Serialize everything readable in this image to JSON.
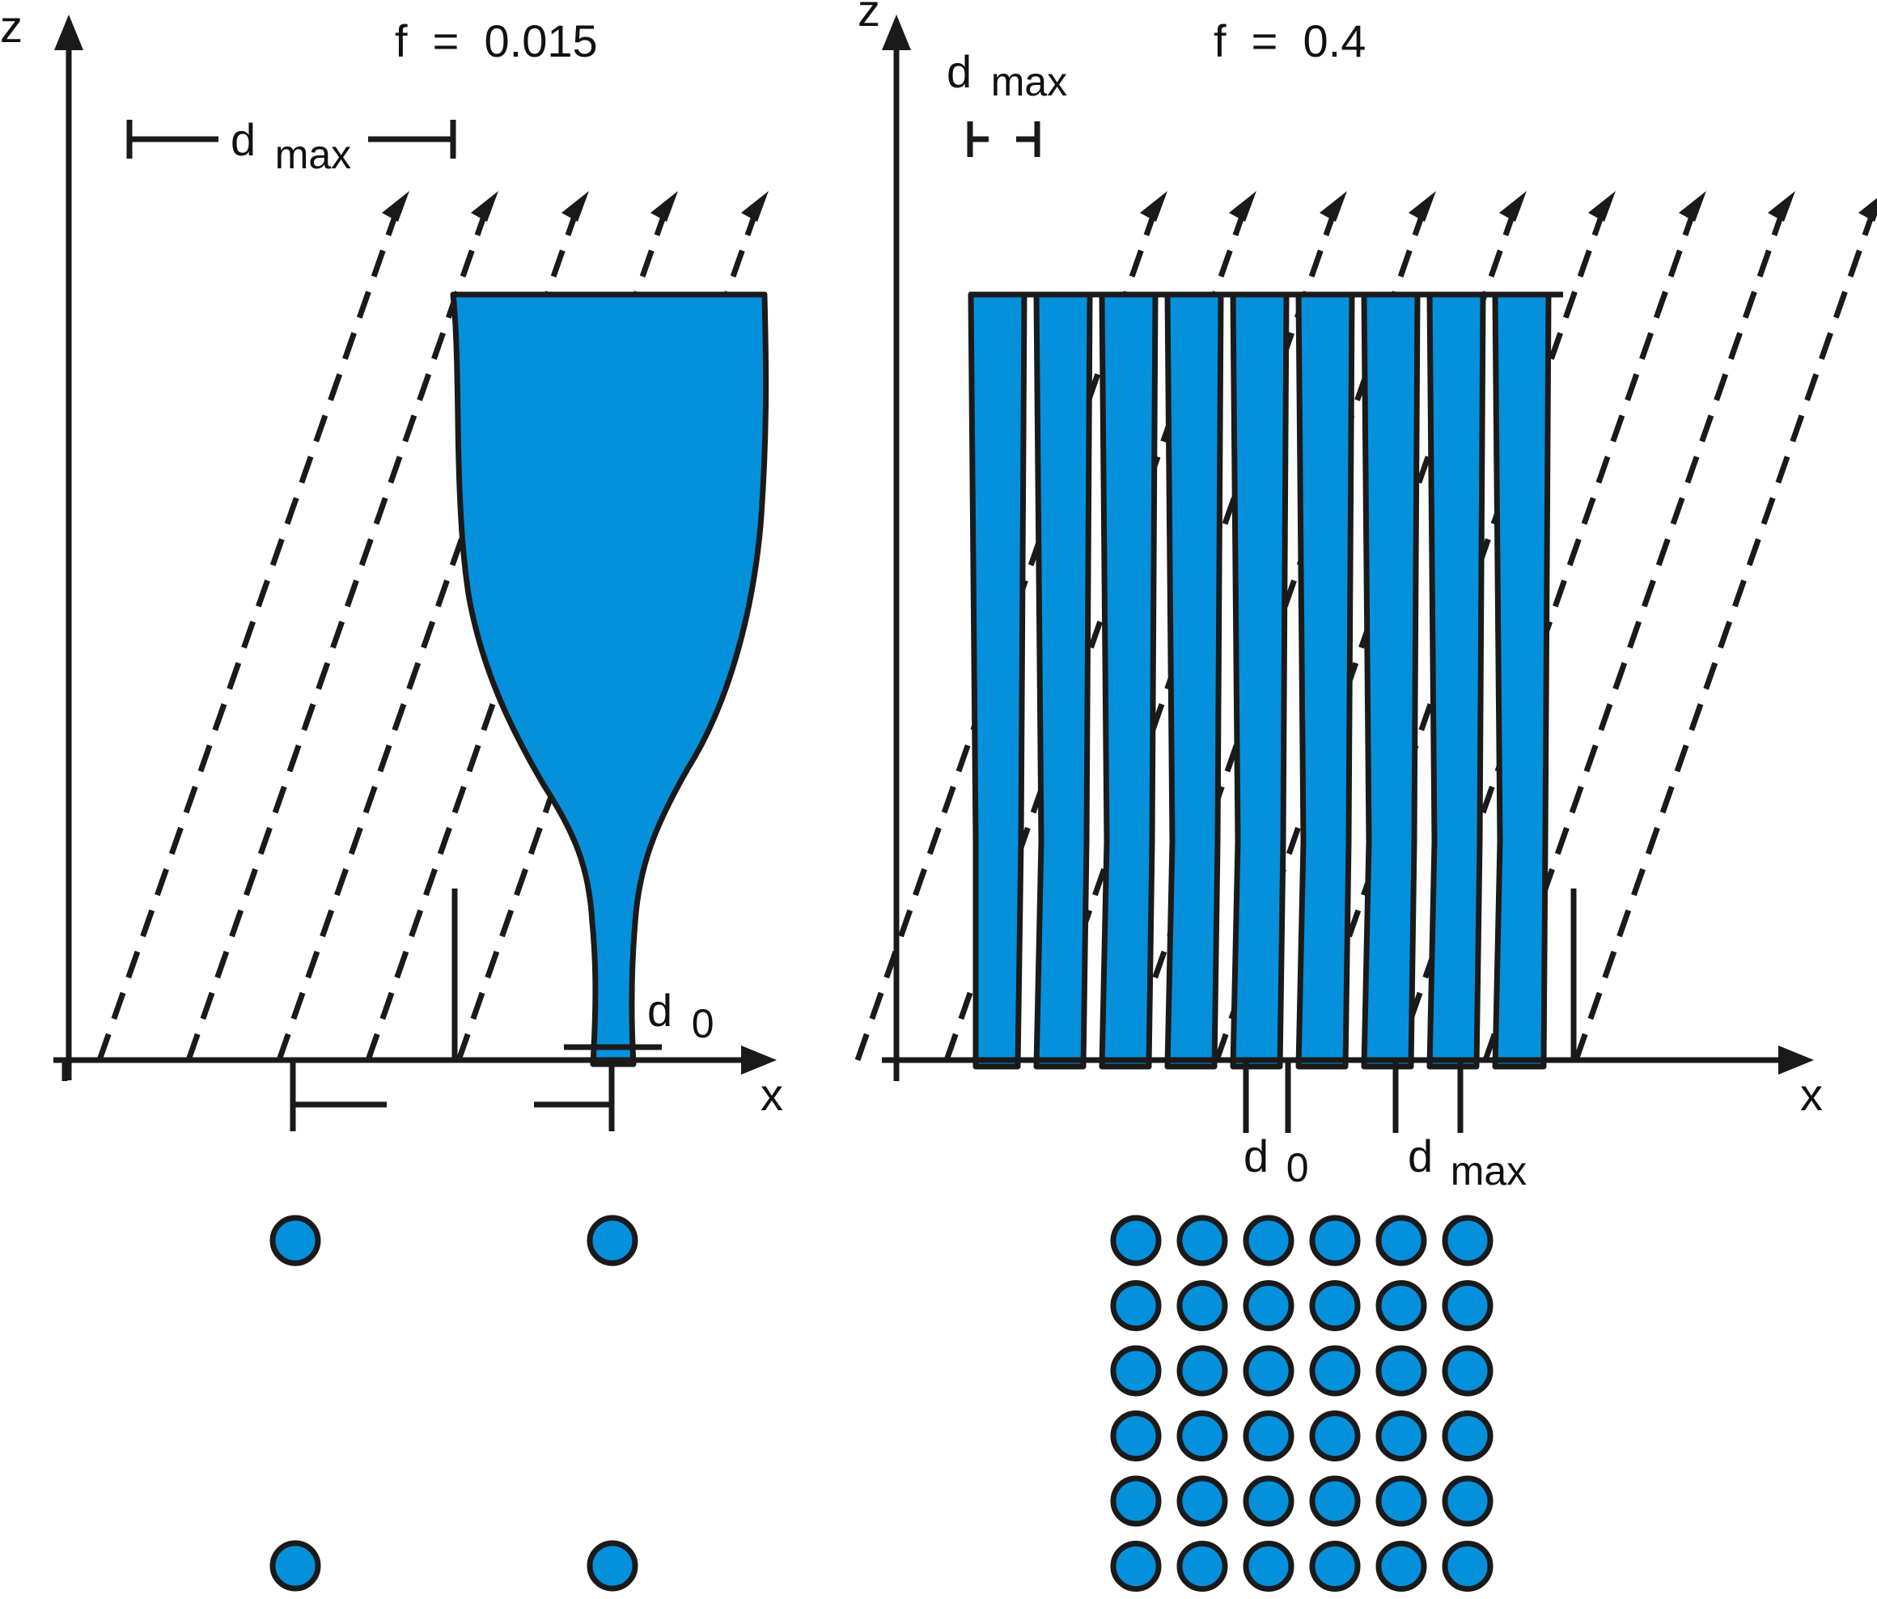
{
  "colors": {
    "fill": "#0590DC",
    "stroke": "#1A1A1A",
    "background": "#FFFFFF"
  },
  "axes": {
    "z_label": "z",
    "x_label": "x"
  },
  "left_panel": {
    "title": "f  =  0.015",
    "dmax_label": {
      "main": "d",
      "sub": "max"
    },
    "d0_label": {
      "main": "d",
      "sub": "0"
    }
  },
  "right_panel": {
    "title": "f  =  0.4",
    "dmax_top_label": {
      "main": "d",
      "sub": "max"
    },
    "d0_label": {
      "main": "d",
      "sub": "0"
    },
    "dmax_bottom_label": {
      "main": "d",
      "sub": "max"
    }
  }
}
